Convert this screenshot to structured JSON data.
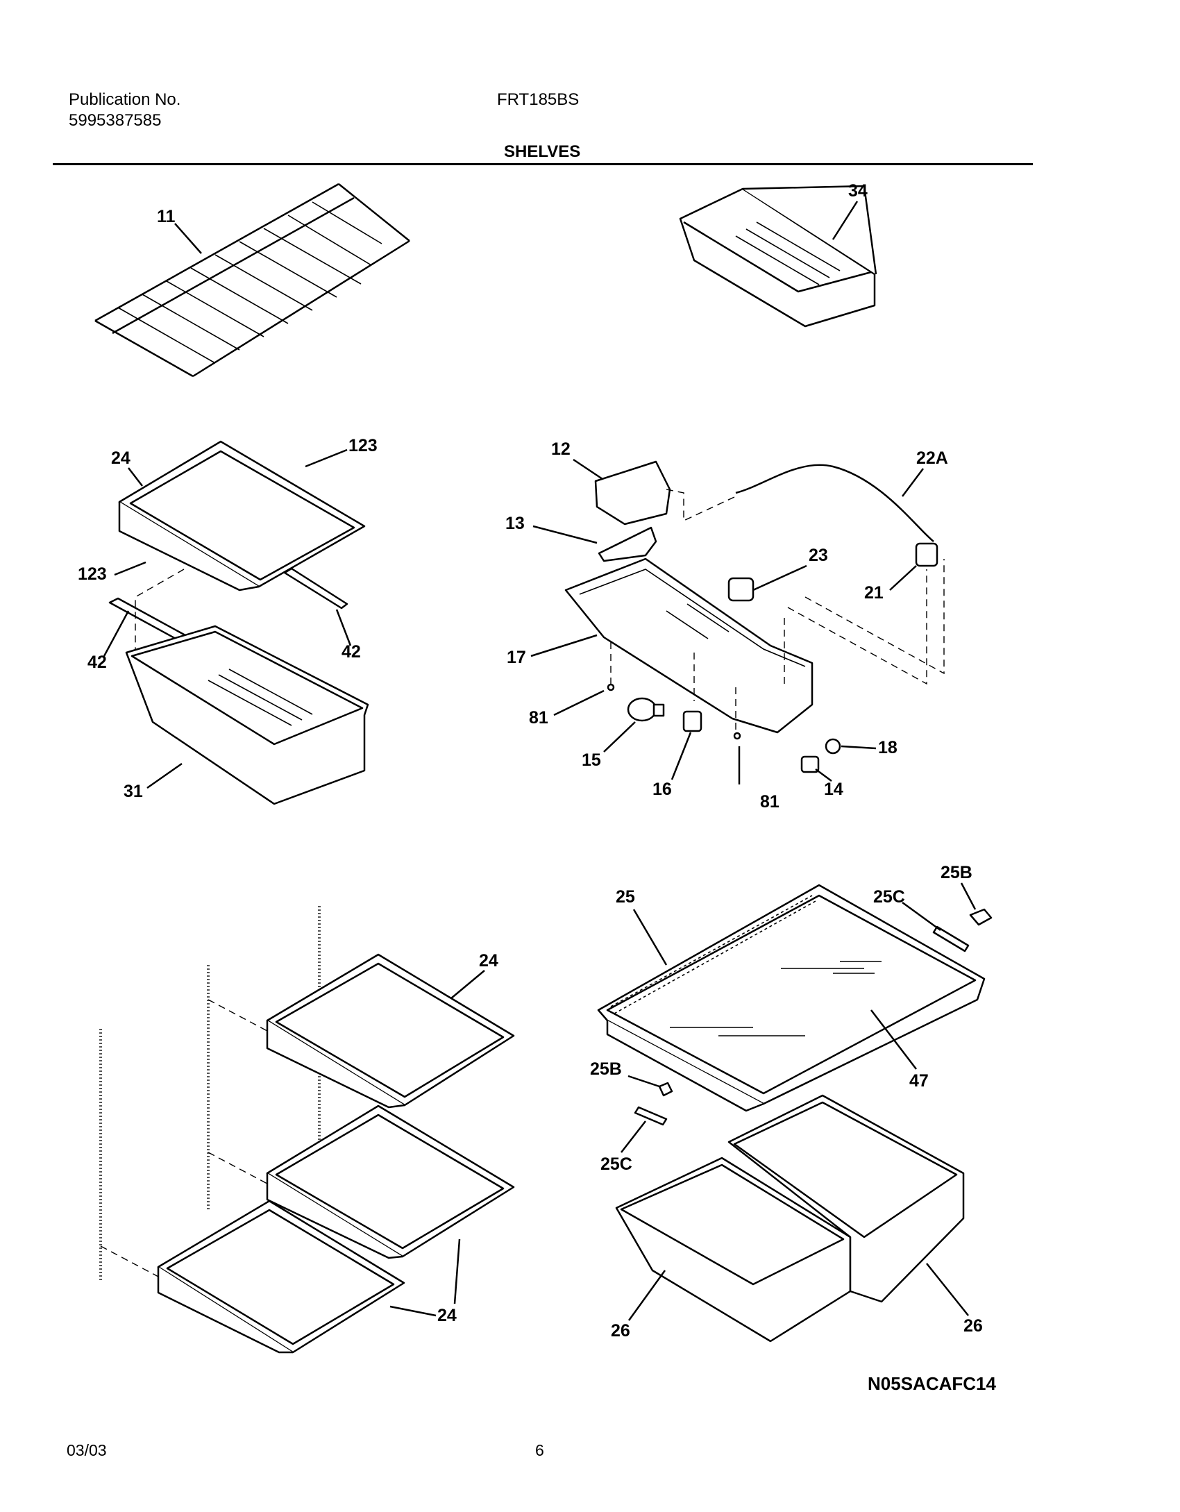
{
  "header": {
    "publication_label": "Publication No.",
    "publication_number": "5995387585",
    "model": "FRT185BS",
    "section_title": "SHELVES"
  },
  "callouts": {
    "c11": "11",
    "c34": "34",
    "c24a": "24",
    "c123a": "123",
    "c123b": "123",
    "c42a": "42",
    "c42b": "42",
    "c31": "31",
    "c12": "12",
    "c22A": "22A",
    "c13": "13",
    "c23": "23",
    "c21": "21",
    "c17": "17",
    "c81a": "81",
    "c81b": "81",
    "c18": "18",
    "c15": "15",
    "c16": "16",
    "c14": "14",
    "c25": "25",
    "c25C_top": "25C",
    "c25B_top": "25B",
    "c24b": "24",
    "c47": "47",
    "c25B_bottom": "25B",
    "c25C_bottom": "25C",
    "c24c": "24",
    "c26a": "26",
    "c26b": "26"
  },
  "diagram_code": "N05SACAFC14",
  "footer": {
    "date": "03/03",
    "page": "6"
  }
}
